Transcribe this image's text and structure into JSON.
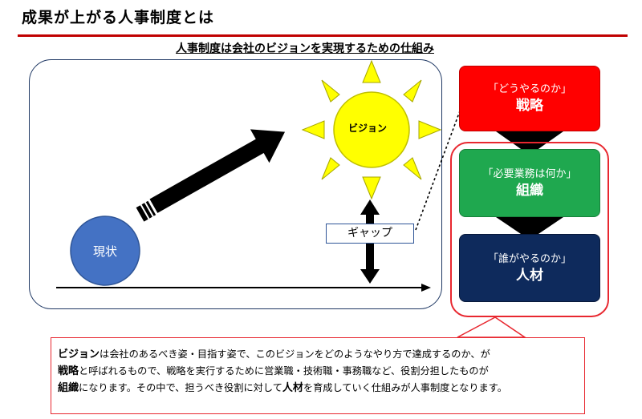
{
  "page": {
    "title": "成果が上がる人事制度とは",
    "subtitle": "人事制度は会社のビジョンを実現するための仕組み"
  },
  "diagram": {
    "current_label": "現状",
    "vision_label": "ビジョン",
    "gap_label": "ギャップ",
    "colors": {
      "current_circle": "#4472c4",
      "sun": "#ffff00",
      "sun_outline": "#bfbf00",
      "arrow": "#000000",
      "frame_border": "#1f3864",
      "highlight_border": "#e8272f"
    }
  },
  "stack": {
    "strategy": {
      "sub": "「どうやるのか」",
      "main": "戦略",
      "color": "#ff0000"
    },
    "organization": {
      "sub": "「必要業務は何か」",
      "main": "組織",
      "color": "#1fa84f"
    },
    "people": {
      "sub": "「誰がやるのか」",
      "main": "人材",
      "color": "#0e2a5c"
    }
  },
  "description": {
    "line1_bold": "ビジョン",
    "line1_rest": "は会社のあるべき姿・目指す姿で、このビジョンをどのようなやり方で達成するのか、が",
    "line2_bold": "戦略",
    "line2_rest": "と呼ばれるもので、戦略を実行するために営業職・技術職・事務職など、役割分担したものが",
    "line3_bold": "組織",
    "line3_mid": "になります。その中で、担うべき役割に対して",
    "line3_bold2": "人材",
    "line3_rest": "を育成していく仕組みが人事制度となります。"
  }
}
